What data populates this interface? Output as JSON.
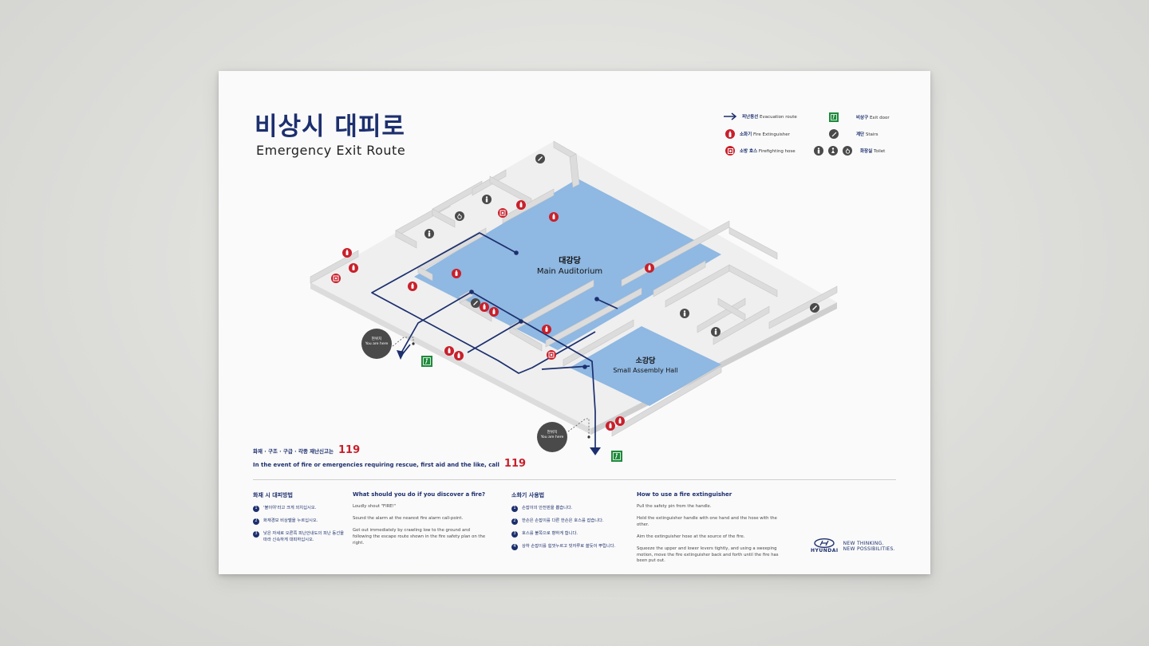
{
  "title": {
    "ko": "비상시 대피로",
    "en": "Emergency Exit Route"
  },
  "legend": [
    {
      "icon": "evacuation-arrow-icon",
      "ko": "피난동선",
      "en": "Evacuation route"
    },
    {
      "icon": "fire-extinguisher-icon",
      "ko": "소화기",
      "en": "Fire Extinguisher"
    },
    {
      "icon": "firefighting-hose-icon",
      "ko": "소방 호스",
      "en": "Firefighting hose"
    },
    {
      "icon": "exit-door-icon",
      "ko": "비상구",
      "en": "Exit door"
    },
    {
      "icon": "stairs-icon",
      "ko": "계단",
      "en": "Stairs"
    },
    {
      "icon": "toilet-icon",
      "ko": "화장실",
      "en": "Toilet"
    }
  ],
  "map": {
    "rooms": [
      {
        "ko": "대강당",
        "en": "Main Auditorium"
      },
      {
        "ko": "소강당",
        "en": "Small Assembly Hall"
      }
    ],
    "you_are_here": {
      "ko": "현위치",
      "en": "You are here"
    }
  },
  "emergency_call": {
    "ko": "화재 · 구조 · 구급 · 각종 재난신고는",
    "en": "In the event of fire or emergencies requiring rescue, first aid and the like, call",
    "number": "119"
  },
  "fire_actions_ko": {
    "title": "화재 시 대피방법",
    "steps": [
      "'불이야'라고 크게 외치십시오.",
      "화재경보 비상벨을 누르십시오.",
      "낮은 자세로 오른쪽 피난안내도의 피난 동선을 따라 신속하게 대피하십시오."
    ]
  },
  "fire_actions_en": {
    "title": "What should you do if you discover a fire?",
    "steps": [
      "Loudly shout \"FIRE!\"",
      "Sound the alarm at the nearest fire alarm call-point.",
      "Get out immediately by crawling low to the ground and following the escape route shown in the fire safety plan on the right."
    ]
  },
  "extinguisher_ko": {
    "title": "소화기 사용법",
    "steps": [
      "손잡이의 안전핀을 뽑습니다.",
      "한손은 손잡이를 다른 한손은 호스를 잡습니다.",
      "호스를 불쪽으로 향하게 합니다.",
      "상하 손잡이를 힘껏누르고 빗자루로 쓸듯이 뿌립니다."
    ]
  },
  "extinguisher_en": {
    "title": "How to use a fire extinguisher",
    "steps": [
      "Pull the safety pin from the handle.",
      "Hold the extinguisher handle with one hand and the hose with the other.",
      "Aim the extinguisher hose at the source of the fire.",
      "Squeeze the upper and lower levers tightly, and using a sweeping motion, move the fire extinguisher back and forth until the fire has been put out."
    ]
  },
  "brand": {
    "name": "HYUNDAI",
    "slogan_1": "NEW THINKING.",
    "slogan_2": "NEW POSSIBILITIES."
  },
  "colors": {
    "navy": "#1c2f6e",
    "red": "#c8202b",
    "exit_green": "#1f8a3c",
    "room_blue": "#8fb8e2",
    "floor": "#efefef",
    "wall": "#d8d8d8"
  }
}
